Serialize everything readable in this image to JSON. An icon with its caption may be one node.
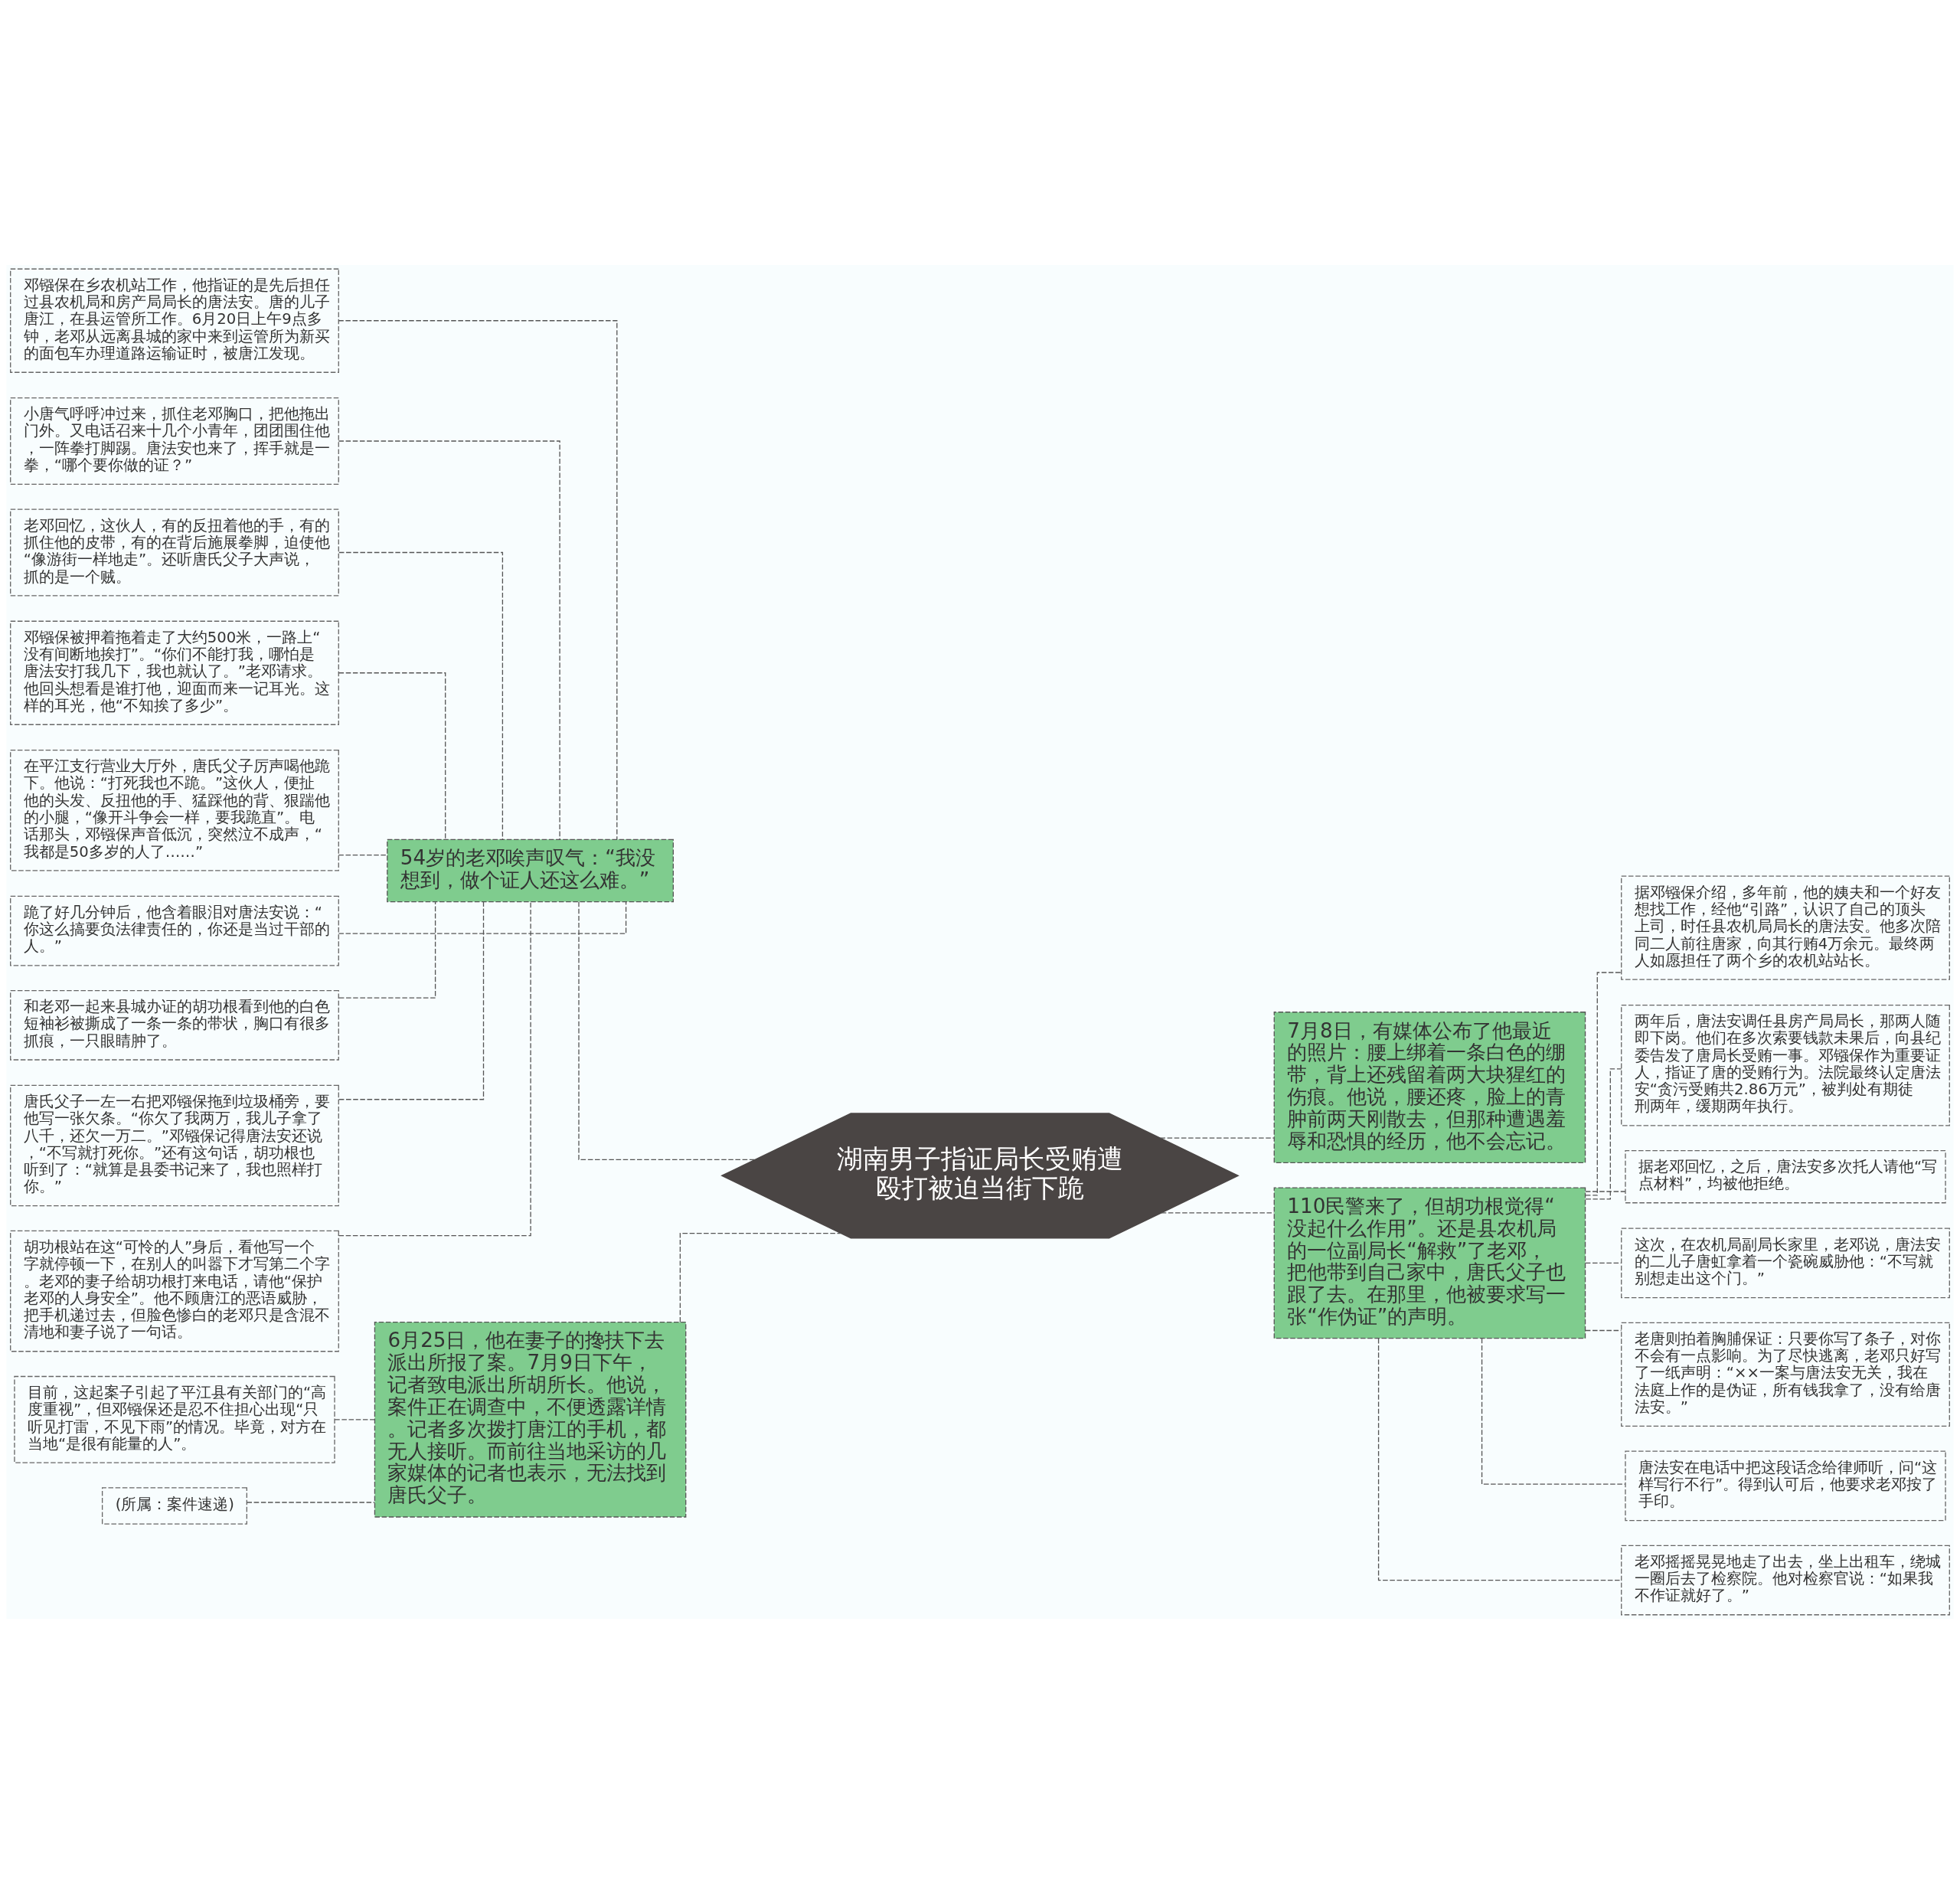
{
  "diagram": {
    "nodes": [
      {
        "text": [
          "湖南男子指证局长受贿遭殴打被迫当街下跪"
        ]
      },
      {
        "text": [
          "54岁的老邓唉声叹气：“我没想到，做个证人还这么难。”"
        ]
      },
      {
        "text": [
          "邓镪保在乡农机站工作，他指证的是先后担任过县农机局和房产局局长的唐法安。唐的儿子唐江，在县运管所工作。6月20日上午9点多钟，老邓从远离县城的家中来到运管所为新买的面包车办理道路运输证时，被唐江发现。"
        ]
      },
      {
        "text": [
          "小唐气呼呼冲过来，抓住老邓胸口，把他拖出门外。又电话召来十几个小青年，团团围住他，一阵拳打脚踢。唐法安也来了，挥手就是一拳，“哪个要你做的证？”"
        ]
      },
      {
        "text": [
          "老邓回忆，这伙人，有的反扭着他的手，有的抓住他的皮带，有的在背后施展拳脚，迫使他“像游街一样地走”。还听唐氏父子大声说，抓的是一个贼。"
        ]
      },
      {
        "text": [
          "邓镪保被押着拖着走了大约500米，一路上“没有间断地挨打”。“你们不能打我，哪怕是唐法安打我几下，我也就认了。”老邓请求。他回头想看是谁打他，迎面而来一记耳光。这样的耳光，他“不知挨了多少”。"
        ]
      },
      {
        "text": [
          "在平江支行营业大厅外，唐氏父子厉声喝他跪下。他说：“打死我也不跪。”这伙人，便扯他的头发、反扭他的手、猛踩他的背、狠踹他的小腿，“像开斗争会一样，要我跪直”。电话那头，邓镪保声音低沉，突然泣不成声，“我都是50多岁的人了……”"
        ]
      },
      {
        "text": [
          "跪了好几分钟后，他含着眼泪对唐法安说：“你这么搞要负法律责任的，你还是当过干部的人。”"
        ]
      },
      {
        "text": [
          "和老邓一起来县城办证的胡功根看到他的白色短袖衫被撕成了一条一条的带状，胸口有很多抓痕，一只眼睛肿了。"
        ]
      },
      {
        "text": [
          "唐氏父子一左一右把邓镪保拖到垃圾桶旁，要他写一张欠条。“你欠了我两万，我儿子拿了八千，还欠一万二。”邓镪保记得唐法安还说，“不写就打死你。”还有这句话，胡功根也听到了：“就算是县委书记来了，我也照样打你。”"
        ]
      },
      {
        "text": [
          "胡功根站在这“可怜的人”身后，看他写一个字就停顿一下，在别人的叫嚣下才写第二个字。老邓的妻子给胡功根打来电话，请他“保护老邓的人身安全”。他不顾唐江的恶语威胁，把手机递过去，但脸色惨白的老邓只是含混不清地和妻子说了一句话。"
        ]
      },
      {
        "text": [
          "6月25日，他在妻子的搀扶下去派出所报了案。7月9日下午，记者致电派出所胡所长。他说，案件正在调查中，不便透露详情。记者多次拨打唐江的手机，都无人接听。而前往当地采访的几家媒体的记者也表示，无法找到唐氏父子。"
        ]
      },
      {
        "text": [
          "目前，这起案子引起了平江县有关部门的“高度重视”，但邓镪保还是忍不住担心出现“只听见打雷，不见下雨”的情况。毕竟，对方在当地“是很有能量的人”。"
        ]
      },
      {
        "text": [
          "(所属：案件速递)"
        ]
      },
      {
        "text": [
          "7月8日，有媒体公布了他最近的照片：腰上绑着一条白色的绷带，背上还残留着两大块猩红的伤痕。他说，腰还疼，脸上的青肿前两天刚散去，但那种遭遇羞辱和恐惧的经历，他不会忘记。"
        ]
      },
      {
        "text": [
          "110民警来了，但胡功根觉得“没起什么作用”。还是县农机局的一位副局长“解救”了老邓，把他带到自己家中，唐氏父子也跟了去。在那里，他被要求写一张“作伪证”的声明。"
        ]
      },
      {
        "text": [
          "据邓镪保介绍，多年前，他的姨夫和一个好友想找工作，经他“引路”，认识了自己的顶头上司，时任县农机局局长的唐法安。他多次陪同二人前往唐家，向其行贿4万余元。最终两人如愿担任了两个乡的农机站站长。"
        ]
      },
      {
        "text": [
          "两年后，唐法安调任县房产局局长，那两人随即下岗。他们在多次索要钱款未果后，向县纪委告发了唐局长受贿一事。邓镪保作为重要证人，指证了唐的受贿行为。法院最终认定唐法安“贪污受贿共2.86万元”，被判处有期徒刑两年，缓期两年执行。"
        ]
      },
      {
        "text": [
          "据老邓回忆，之后，唐法安多次托人请他“写点材料”，均被他拒绝。"
        ]
      },
      {
        "text": [
          "这次，在农机局副局长家里，老邓说，唐法安的二儿子唐虹拿着一个瓷碗威胁他：“不写就别想走出这个门。”"
        ]
      },
      {
        "text": [
          "老唐则拍着胸脯保证：只要你写了条子，对你不会有一点影响。为了尽快逃离，老邓只好写了一纸声明：“××一案与唐法安无关，我在法庭上作的是伪证，所有钱我拿了，没有给唐法安。”"
        ]
      },
      {
        "text": [
          "唐法安在电话中把这段话念给律师听，问“这样写行不行”。得到认可后，他要求老邓按了手印。"
        ]
      },
      {
        "text": [
          "老邓摇摇晃晃地走了出去，坐上出租车，绕城一圈后去了检察院。他对检察官说：“如果我不作证就好了。”"
        ]
      }
    ],
    "edges": [
      {
        "from": 0,
        "to": 1,
        "arrow": "none"
      },
      {
        "from": 1,
        "to": 2,
        "arrow": "none"
      },
      {
        "from": 1,
        "to": 3,
        "arrow": "none"
      },
      {
        "from": 1,
        "to": 4,
        "arrow": "none"
      },
      {
        "from": 1,
        "to": 5,
        "arrow": "none"
      },
      {
        "from": 1,
        "to": 6,
        "arrow": "none"
      },
      {
        "from": 1,
        "to": 7,
        "arrow": "none"
      },
      {
        "from": 1,
        "to": 8,
        "arrow": "none"
      },
      {
        "from": 1,
        "to": 9,
        "arrow": "none"
      },
      {
        "from": 1,
        "to": 10,
        "arrow": "none"
      },
      {
        "from": 0,
        "to": 11,
        "arrow": "none"
      },
      {
        "from": 11,
        "to": 12,
        "arrow": "none"
      },
      {
        "from": 11,
        "to": 13,
        "arrow": "none"
      },
      {
        "from": 0,
        "to": 14,
        "arrow": "none"
      },
      {
        "from": 0,
        "to": 15,
        "arrow": "none"
      },
      {
        "from": 15,
        "to": 16,
        "arrow": "none"
      },
      {
        "from": 15,
        "to": 17,
        "arrow": "none"
      },
      {
        "from": 15,
        "to": 18,
        "arrow": "none"
      },
      {
        "from": 15,
        "to": 19,
        "arrow": "none"
      },
      {
        "from": 15,
        "to": 20,
        "arrow": "none"
      },
      {
        "from": 15,
        "to": 21,
        "arrow": "none"
      },
      {
        "from": 15,
        "to": 22,
        "arrow": "none"
      }
    ]
  }
}
